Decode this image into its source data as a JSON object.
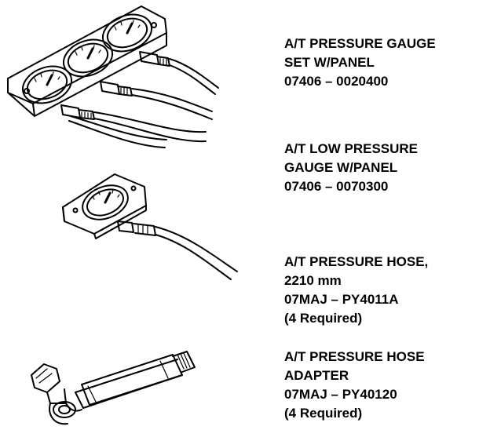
{
  "tools": [
    {
      "name_lines": [
        "A/T PRESSURE GAUGE",
        "SET W/PANEL"
      ],
      "part_number": "07406 – 0020400",
      "note": ""
    },
    {
      "name_lines": [
        "A/T LOW PRESSURE",
        "GAUGE W/PANEL"
      ],
      "part_number": "07406 – 0070300",
      "note": ""
    },
    {
      "name_lines": [
        "A/T PRESSURE HOSE,",
        "2210 mm"
      ],
      "part_number": "07MAJ – PY4011A",
      "note": "(4 Required)"
    },
    {
      "name_lines": [
        "A/T PRESSURE HOSE",
        "ADAPTER"
      ],
      "part_number": "07MAJ – PY40120",
      "note": "(4 Required)"
    }
  ]
}
